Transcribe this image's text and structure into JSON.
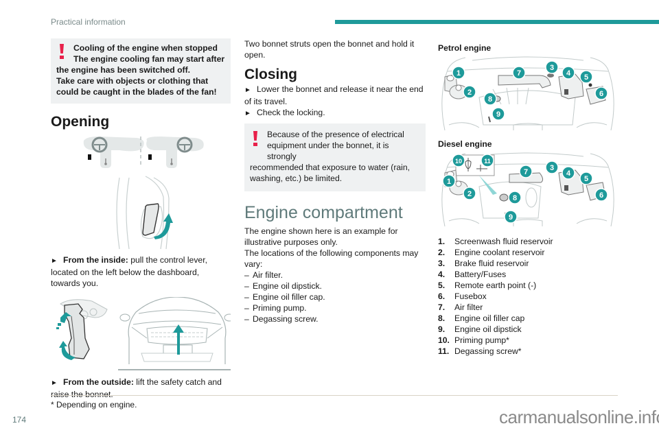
{
  "header": {
    "section_title": "Practical information",
    "accent_color": "#1e9a9a"
  },
  "col1": {
    "warning": {
      "icon": "exclamation-icon",
      "title": "Cooling of the engine when stopped",
      "line1": "The engine cooling fan may start after",
      "line2": "the engine has been switched off.",
      "line3": "Take care with objects or clothing that",
      "line4": "could be caught in the blades of the fan!"
    },
    "opening_heading": "Opening",
    "inside": {
      "bullet": "►",
      "label": "From the inside:",
      "text": " pull the control lever, located on the left below the dashboard, towards you."
    },
    "outside": {
      "bullet": "►",
      "label": "From the outside:",
      "text": " lift the safety catch and raise the bonnet."
    }
  },
  "col2": {
    "intro": "Two bonnet struts open the bonnet and hold it open.",
    "closing_heading": "Closing",
    "closing_steps": [
      {
        "bullet": "►",
        "text": "Lower the bonnet and release it near the end of its travel."
      },
      {
        "bullet": "►",
        "text": "Check the locking."
      }
    ],
    "warning": {
      "icon": "exclamation-icon",
      "line1": "Because of the presence of electrical",
      "line2": "equipment under the bonnet, it is strongly",
      "line3": "recommended that exposure to water (rain,",
      "line4": "washing, etc.) be limited."
    },
    "engine_heading": "Engine compartment",
    "engine_p1": "The engine shown here is an example for illustrative purposes only.",
    "engine_p2": "The locations of the following components may vary:",
    "components": [
      {
        "dash": "–",
        "text": "Air filter."
      },
      {
        "dash": "–",
        "text": "Engine oil dipstick."
      },
      {
        "dash": "–",
        "text": "Engine oil filler cap."
      },
      {
        "dash": "–",
        "text": "Priming pump."
      },
      {
        "dash": "–",
        "text": "Degassing screw."
      }
    ]
  },
  "col3": {
    "petrol_heading": "Petrol engine",
    "diesel_heading": "Diesel engine",
    "petrol_markers": [
      "1",
      "2",
      "3",
      "4",
      "5",
      "6",
      "7",
      "8",
      "9"
    ],
    "diesel_markers": [
      "1",
      "2",
      "3",
      "4",
      "5",
      "6",
      "7",
      "8",
      "9",
      "10",
      "11"
    ],
    "legend": [
      {
        "num": "1.",
        "text": "Screenwash fluid reservoir"
      },
      {
        "num": "2.",
        "text": "Engine coolant reservoir"
      },
      {
        "num": "3.",
        "text": "Brake fluid reservoir"
      },
      {
        "num": "4.",
        "text": "Battery/Fuses"
      },
      {
        "num": "5.",
        "text": "Remote earth point (-)"
      },
      {
        "num": "6.",
        "text": "Fusebox"
      },
      {
        "num": "7.",
        "text": "Air filter"
      },
      {
        "num": "8.",
        "text": "Engine oil filler cap"
      },
      {
        "num": "9.",
        "text": "Engine oil dipstick"
      },
      {
        "num": "10.",
        "text": "Priming pump*"
      },
      {
        "num": "11.",
        "text": "Degassing screw*"
      }
    ]
  },
  "footer": {
    "footnote": "* Depending on engine.",
    "page_number": "174",
    "watermark": "carmanualsonline.info"
  }
}
